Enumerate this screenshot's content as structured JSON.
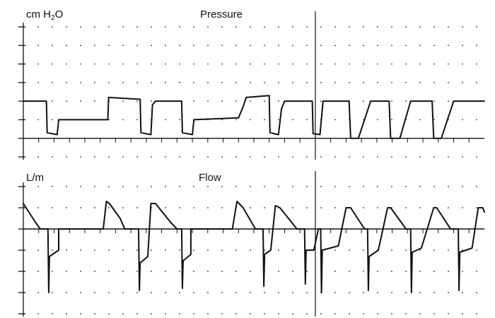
{
  "figure": {
    "ink_color": "#111111",
    "dot_color": "#333333",
    "background": "#ffffff"
  },
  "chart_data": [
    {
      "type": "line",
      "title": "Pressure",
      "ylabel_prefix": "cm H",
      "ylabel_subscript": "2",
      "ylabel_suffix": "O",
      "grid": "dotted",
      "xlim": [
        0,
        30
      ],
      "ylim": [
        -1,
        6
      ],
      "baseline": 0,
      "x_divider": 19,
      "series": [
        {
          "values": [
            [
              0,
              2
            ],
            [
              1.5,
              2
            ],
            [
              1.55,
              0.3
            ],
            [
              2.2,
              0.2
            ],
            [
              2.3,
              1
            ],
            [
              5.5,
              1
            ],
            [
              5.55,
              2.2
            ],
            [
              7.6,
              2.1
            ],
            [
              7.65,
              0.3
            ],
            [
              8.3,
              0.2
            ],
            [
              8.4,
              1.8
            ],
            [
              8.6,
              2
            ],
            [
              10.3,
              2
            ],
            [
              10.35,
              0.3
            ],
            [
              11,
              0.2
            ],
            [
              11.1,
              1
            ],
            [
              14,
              1.1
            ],
            [
              14.3,
              1.7
            ],
            [
              14.5,
              2.2
            ],
            [
              16,
              2.3
            ],
            [
              16.05,
              0.3
            ],
            [
              16.6,
              0.2
            ],
            [
              16.8,
              1.6
            ],
            [
              17,
              2
            ],
            [
              18.8,
              2
            ],
            [
              18.85,
              0.25
            ],
            [
              19.3,
              0.2
            ],
            [
              19.5,
              2
            ],
            [
              21.2,
              2
            ],
            [
              21.3,
              0
            ],
            [
              21.8,
              0
            ],
            [
              22.6,
              2
            ],
            [
              23.8,
              2
            ],
            [
              23.9,
              0
            ],
            [
              24.5,
              0
            ],
            [
              25.2,
              2
            ],
            [
              26.6,
              2
            ],
            [
              26.7,
              0
            ],
            [
              27.2,
              0
            ],
            [
              28,
              2
            ],
            [
              30,
              2
            ]
          ]
        }
      ]
    },
    {
      "type": "line",
      "title": "Flow",
      "ylabel": "L/m",
      "grid": "dotted",
      "xlim": [
        0,
        30
      ],
      "ylim": [
        -4,
        2
      ],
      "baseline": 0,
      "x_divider": 19,
      "series": [
        {
          "values": [
            [
              0,
              1.2
            ],
            [
              0.8,
              0.3
            ],
            [
              1.1,
              0
            ],
            [
              1.6,
              0
            ],
            [
              1.65,
              -3
            ],
            [
              1.7,
              -1.3
            ],
            [
              2.3,
              -1
            ],
            [
              2.3,
              0
            ],
            [
              5.2,
              0
            ],
            [
              5.4,
              1.3
            ],
            [
              5.6,
              1.2
            ],
            [
              6.3,
              0.5
            ],
            [
              6.6,
              0
            ],
            [
              7.5,
              0
            ],
            [
              7.55,
              -2.9
            ],
            [
              7.6,
              -1.6
            ],
            [
              8.1,
              -1.3
            ],
            [
              8.3,
              1.2
            ],
            [
              8.6,
              1.2
            ],
            [
              9.6,
              0.3
            ],
            [
              10,
              0
            ],
            [
              10.3,
              0
            ],
            [
              10.35,
              -2.8
            ],
            [
              10.4,
              -1.5
            ],
            [
              10.9,
              -1.2
            ],
            [
              10.9,
              0
            ],
            [
              13.6,
              0
            ],
            [
              13.9,
              1.3
            ],
            [
              14.3,
              1
            ],
            [
              15.1,
              0
            ],
            [
              15.6,
              0
            ],
            [
              15.65,
              -2.7
            ],
            [
              15.7,
              -1.2
            ],
            [
              16.1,
              -1
            ],
            [
              16.4,
              1.1
            ],
            [
              16.7,
              1
            ],
            [
              17.8,
              0
            ],
            [
              18.3,
              0
            ],
            [
              18.35,
              -2.6
            ],
            [
              18.4,
              -1
            ],
            [
              18.9,
              -1
            ],
            [
              19.2,
              0
            ],
            [
              19.35,
              0
            ],
            [
              19.4,
              -3
            ],
            [
              19.45,
              -1
            ],
            [
              20.5,
              -0.8
            ],
            [
              21,
              1
            ],
            [
              21.3,
              1
            ],
            [
              22.2,
              0
            ],
            [
              22.4,
              0
            ],
            [
              22.45,
              -2.9
            ],
            [
              22.5,
              -1.3
            ],
            [
              23.1,
              -1
            ],
            [
              23.7,
              1
            ],
            [
              23.9,
              1
            ],
            [
              24.9,
              0
            ],
            [
              25.2,
              0
            ],
            [
              25.25,
              -3
            ],
            [
              25.3,
              -1.1
            ],
            [
              25.9,
              -0.9
            ],
            [
              26.7,
              1
            ],
            [
              26.9,
              1
            ],
            [
              27.8,
              0
            ],
            [
              28.3,
              0
            ],
            [
              28.35,
              -2.9
            ],
            [
              28.4,
              -1.1
            ],
            [
              29.2,
              -0.9
            ],
            [
              29.6,
              1
            ],
            [
              29.9,
              1
            ],
            [
              30,
              0.8
            ]
          ]
        }
      ]
    }
  ]
}
